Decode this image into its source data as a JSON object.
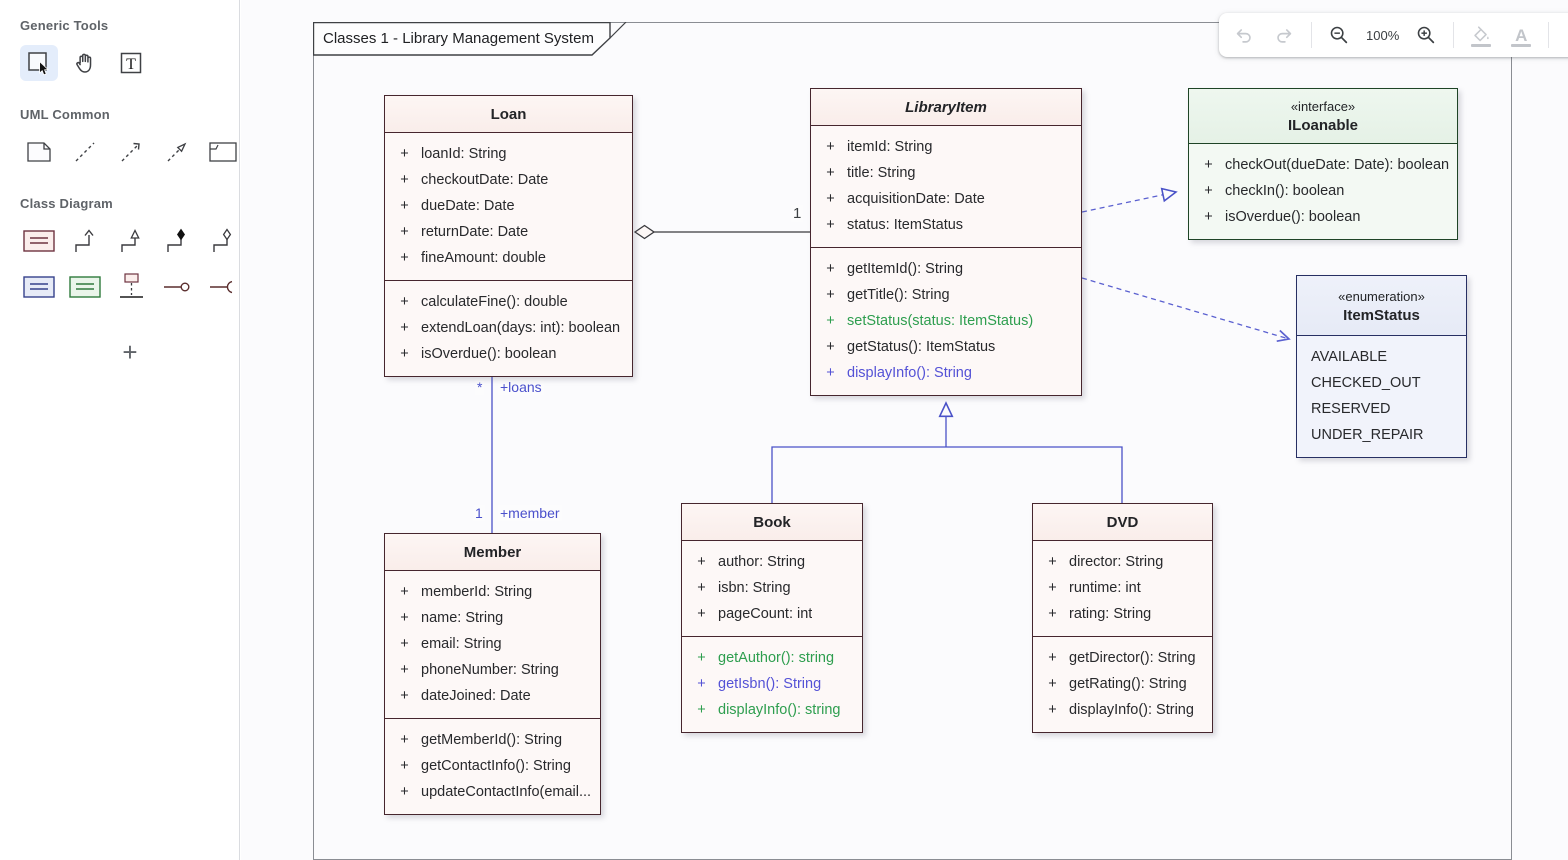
{
  "sidebar": {
    "sections": [
      {
        "title": "Generic Tools",
        "tools": [
          "select-tool",
          "hand-tool",
          "text-tool"
        ]
      },
      {
        "title": "UML Common",
        "tools": [
          "note-tool",
          "dashed-line-tool",
          "dependency-tool",
          "realization-tool",
          "frame-tool"
        ]
      },
      {
        "title": "Class Diagram",
        "tools": [
          "class-tool",
          "association-tool",
          "generalization-tool",
          "composition-tool",
          "aggregation-tool",
          "enumeration-tool",
          "interface-tool",
          "object-lifeline-tool",
          "provided-interface-tool",
          "required-interface-tool"
        ]
      }
    ],
    "add_button": "+"
  },
  "toolbar": {
    "zoom_level": "100%",
    "icons": [
      "undo-icon",
      "redo-icon",
      "zoom-out-icon",
      "zoom-in-icon",
      "fill-color-icon",
      "text-color-icon",
      "more-options-icon"
    ]
  },
  "frame": {
    "title": "Classes 1 - Library Management System"
  },
  "colors": {
    "class_border": "#46262e",
    "interface_border": "#1e4426",
    "enum_border": "#272f63",
    "relation_blue": "#4a52c8",
    "method_green": "#2e9e4f",
    "method_blue": "#5452d6"
  },
  "classes": {
    "loan": {
      "title": "Loan",
      "attributes": [
        {
          "vis": "+",
          "text": "loanId: String"
        },
        {
          "vis": "+",
          "text": "checkoutDate: Date"
        },
        {
          "vis": "+",
          "text": "dueDate: Date"
        },
        {
          "vis": "+",
          "text": "returnDate: Date"
        },
        {
          "vis": "+",
          "text": "fineAmount: double"
        }
      ],
      "methods": [
        {
          "vis": "+",
          "text": "calculateFine(): double"
        },
        {
          "vis": "+",
          "text": "extendLoan(days: int): boolean"
        },
        {
          "vis": "+",
          "text": "isOverdue(): boolean"
        }
      ]
    },
    "library_item": {
      "title": "LibraryItem",
      "attributes": [
        {
          "vis": "+",
          "text": "itemId: String"
        },
        {
          "vis": "+",
          "text": "title: String"
        },
        {
          "vis": "+",
          "text": "acquisitionDate: Date"
        },
        {
          "vis": "+",
          "text": "status: ItemStatus"
        }
      ],
      "methods": [
        {
          "vis": "+",
          "text": "getItemId(): String"
        },
        {
          "vis": "+",
          "text": "getTitle(): String"
        },
        {
          "vis": "+",
          "text": "setStatus(status: ItemStatus)",
          "color": "green"
        },
        {
          "vis": "+",
          "text": "getStatus(): ItemStatus"
        },
        {
          "vis": "+",
          "text": "displayInfo(): String",
          "color": "blue"
        }
      ]
    },
    "iloanable": {
      "stereotype": "«interface»",
      "title": "ILoanable",
      "methods": [
        {
          "vis": "+",
          "text": "checkOut(dueDate: Date): boolean"
        },
        {
          "vis": "+",
          "text": "checkIn(): boolean"
        },
        {
          "vis": "+",
          "text": "isOverdue(): boolean"
        }
      ]
    },
    "item_status": {
      "stereotype": "«enumeration»",
      "title": "ItemStatus",
      "literals": [
        {
          "text": "AVAILABLE"
        },
        {
          "text": "CHECKED_OUT"
        },
        {
          "text": "RESERVED"
        },
        {
          "text": "UNDER_REPAIR"
        }
      ]
    },
    "book": {
      "title": "Book",
      "attributes": [
        {
          "vis": "+",
          "text": "author: String"
        },
        {
          "vis": "+",
          "text": "isbn: String"
        },
        {
          "vis": "+",
          "text": "pageCount: int"
        }
      ],
      "methods": [
        {
          "vis": "+",
          "text": "getAuthor(): string",
          "color": "green"
        },
        {
          "vis": "+",
          "text": "getIsbn(): String",
          "color": "blue"
        },
        {
          "vis": "+",
          "text": "displayInfo(): string",
          "color": "green"
        }
      ]
    },
    "dvd": {
      "title": "DVD",
      "attributes": [
        {
          "vis": "+",
          "text": "director: String"
        },
        {
          "vis": "+",
          "text": "runtime: int"
        },
        {
          "vis": "+",
          "text": "rating: String"
        }
      ],
      "methods": [
        {
          "vis": "+",
          "text": "getDirector(): String"
        },
        {
          "vis": "+",
          "text": "getRating(): String"
        },
        {
          "vis": "+",
          "text": "displayInfo(): String"
        }
      ]
    },
    "member": {
      "title": "Member",
      "attributes": [
        {
          "vis": "+",
          "text": "memberId: String"
        },
        {
          "vis": "+",
          "text": "name: String"
        },
        {
          "vis": "+",
          "text": "email: String"
        },
        {
          "vis": "+",
          "text": "phoneNumber: String"
        },
        {
          "vis": "+",
          "text": "dateJoined: Date"
        }
      ],
      "methods": [
        {
          "vis": "+",
          "text": "getMemberId(): String"
        },
        {
          "vis": "+",
          "text": "getContactInfo(): String"
        },
        {
          "vis": "+",
          "text": "updateContactInfo(email..."
        }
      ]
    }
  },
  "relations": {
    "aggregation_multiplicity": "1",
    "loans_multiplicity": "*",
    "loans_role": "+loans",
    "member_multiplicity": "1",
    "member_role": "+member"
  }
}
